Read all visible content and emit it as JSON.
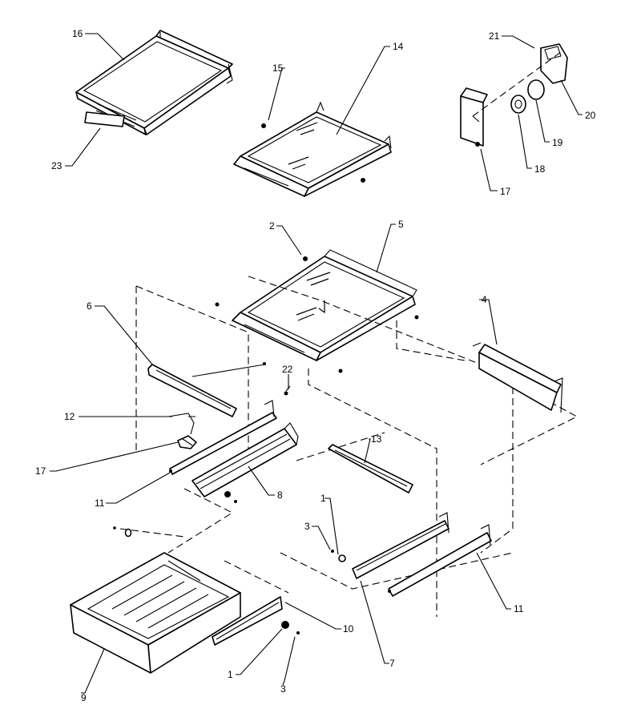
{
  "parts": {
    "p1": "1",
    "p2": "2",
    "p3": "3",
    "p4": "4",
    "p5": "5",
    "p6": "6",
    "p7": "7",
    "p8": "8",
    "p9": "9",
    "p10": "10",
    "p11": "11",
    "p12": "12",
    "p13": "13",
    "p14": "14",
    "p15": "15",
    "p16": "16",
    "p17": "17",
    "p18": "18",
    "p19": "19",
    "p20": "20",
    "p21": "21",
    "p22": "22",
    "p23": "23"
  }
}
